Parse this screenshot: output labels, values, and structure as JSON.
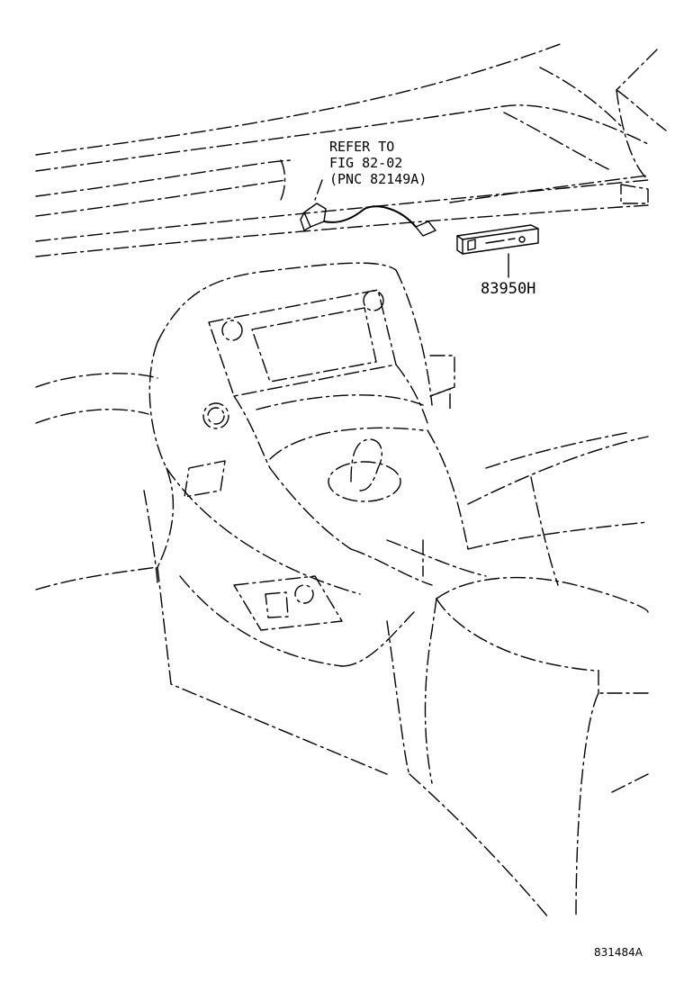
{
  "callouts": {
    "refer": {
      "line1": "REFER TO",
      "line2": "FIG 82-02",
      "line3": "(PNC 82149A)"
    },
    "part_number": "83950H"
  },
  "figure_id": "831484A"
}
